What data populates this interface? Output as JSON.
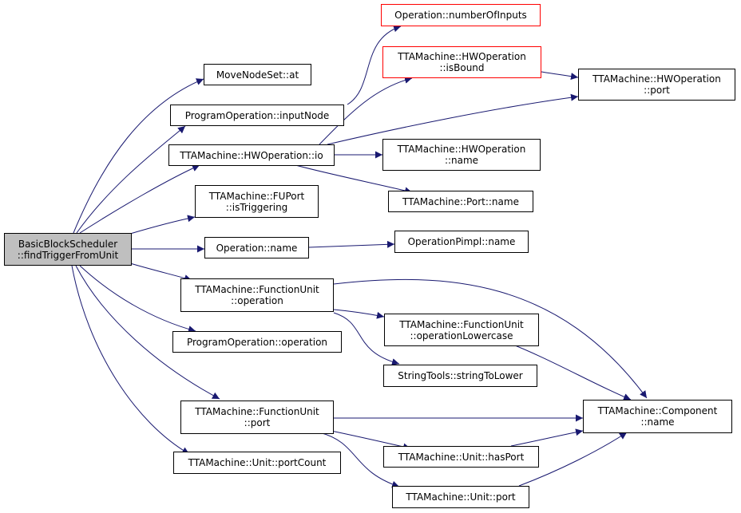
{
  "colors": {
    "edge": "#191970",
    "node_border": "#000000",
    "node_border_highlight": "#ff0000",
    "root_fill": "#bfbfbf"
  },
  "nodes": {
    "root": {
      "line1": "BasicBlockScheduler",
      "line2": "::findTriggerFromUnit"
    },
    "number_of_inputs": {
      "line1": "Operation::numberOfInputs"
    },
    "hw_is_bound": {
      "line1": "TTAMachine::HWOperation",
      "line2": "::isBound"
    },
    "move_node_set_at": {
      "line1": "MoveNodeSet::at"
    },
    "hw_port": {
      "line1": "TTAMachine::HWOperation",
      "line2": "::port"
    },
    "input_node": {
      "line1": "ProgramOperation::inputNode"
    },
    "hw_io": {
      "line1": "TTAMachine::HWOperation::io"
    },
    "hw_name": {
      "line1": "TTAMachine::HWOperation",
      "line2": "::name"
    },
    "port_name": {
      "line1": "TTAMachine::Port::name"
    },
    "fuport_is_triggering": {
      "line1": "TTAMachine::FUPort",
      "line2": "::isTriggering"
    },
    "operation_name": {
      "line1": "Operation::name"
    },
    "operation_pimpl_name": {
      "line1": "OperationPimpl::name"
    },
    "fu_operation": {
      "line1": "TTAMachine::FunctionUnit",
      "line2": "::operation"
    },
    "fu_operation_lowercase": {
      "line1": "TTAMachine::FunctionUnit",
      "line2": "::operationLowercase"
    },
    "program_operation_operation": {
      "line1": "ProgramOperation::operation"
    },
    "string_to_lower": {
      "line1": "StringTools::stringToLower"
    },
    "fu_port": {
      "line1": "TTAMachine::FunctionUnit",
      "line2": "::port"
    },
    "component_name": {
      "line1": "TTAMachine::Component",
      "line2": "::name"
    },
    "unit_has_port": {
      "line1": "TTAMachine::Unit::hasPort"
    },
    "unit_port_count": {
      "line1": "TTAMachine::Unit::portCount"
    },
    "unit_port": {
      "line1": "TTAMachine::Unit::port"
    }
  }
}
